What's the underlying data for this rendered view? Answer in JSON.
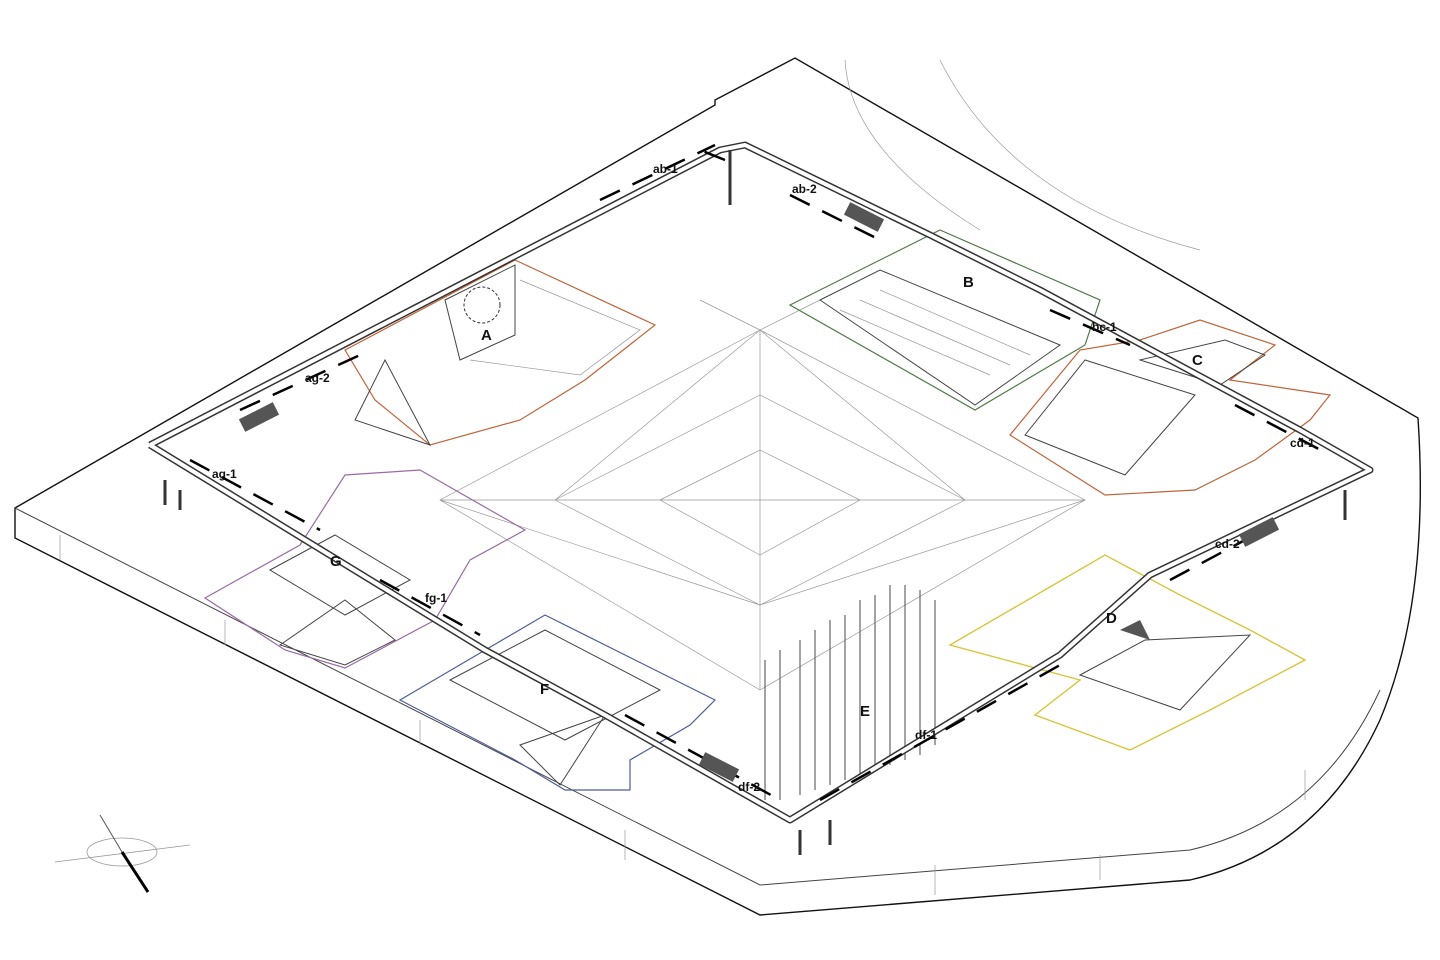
{
  "drawing": {
    "zones": [
      {
        "id": "A",
        "color": "#c0643a"
      },
      {
        "id": "B",
        "color": "#4f7a46"
      },
      {
        "id": "C",
        "color": "#c0643a"
      },
      {
        "id": "D",
        "color": "#d9c43c"
      },
      {
        "id": "E",
        "color": "#888888"
      },
      {
        "id": "F",
        "color": "#4a5e9a"
      },
      {
        "id": "G",
        "color": "#9a6aa8"
      }
    ],
    "walkways": {
      "ab1": "ab-1",
      "ab2": "ab-2",
      "bc1": "bc-1",
      "cd1": "cd-1",
      "cd2": "cd-2",
      "df1": "df-1",
      "df2": "df-2",
      "fg1": "fg-1",
      "ag1": "ag-1",
      "ag2": "ag-2"
    },
    "compass_icon": "north-arrow-icon"
  }
}
